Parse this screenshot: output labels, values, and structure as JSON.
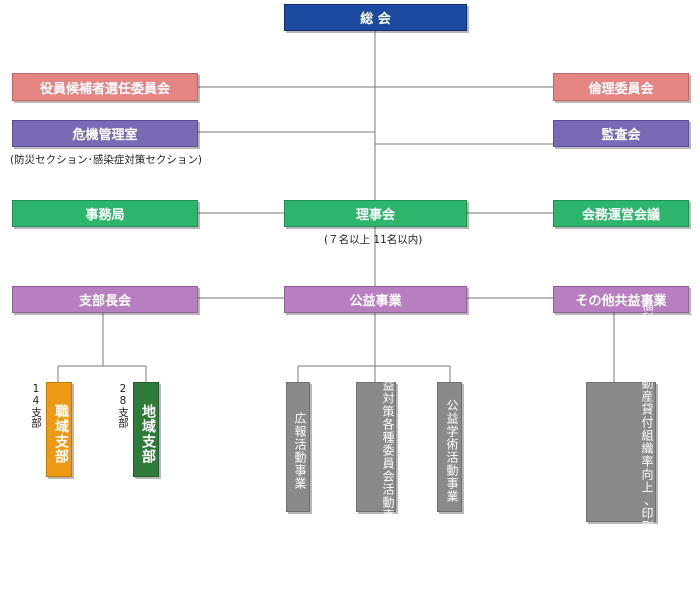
{
  "nodes": {
    "general_assembly": "総 会",
    "officer_election_committee": "役員候補者選任委員会",
    "ethics_committee": "倫理委員会",
    "crisis_management_office": "危機管理室",
    "crisis_management_note": "(防災セクション･感染症対策セクション)",
    "audit_board": "監査会",
    "secretariat": "事務局",
    "board_of_directors": "理事会",
    "board_note": "(７名以上 11名以内)",
    "operations_council": "会務運営会議",
    "branch_heads_council": "支部長会",
    "public_benefit_projects": "公益事業",
    "other_public_projects": "その他共益事業",
    "occupational_branches": "職域支部",
    "occupational_branches_count": "14支部",
    "regional_branches": "地域支部",
    "regional_branches_count": "28支部",
    "pr_activities": "広報活動事業",
    "countermeasure_committee_activities": "公益対策各種委員会活動事業",
    "academic_activities": "公益学術活動事業",
    "welfare_projects": "福利厚生､不動産貸付組織率向上､印刷物頒布等事業"
  },
  "colors": {
    "line": "#7a7a7a",
    "navy": "#1c4aa1",
    "pink": "#e48583",
    "purple": "#7a6ab6",
    "green": "#2eb56c",
    "violet": "#b77fbf",
    "orange": "#ee9a15",
    "dark_green": "#2f7b3a",
    "grey": "#8a8a8a"
  }
}
